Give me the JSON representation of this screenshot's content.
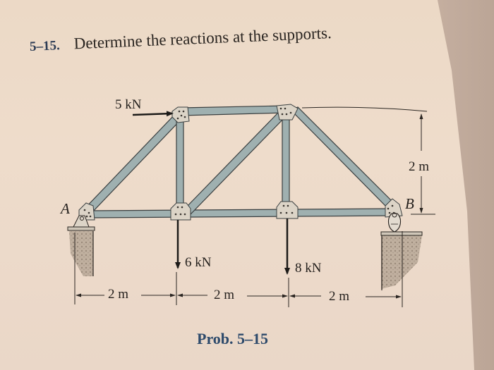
{
  "problem": {
    "number": "5–15.",
    "statement": "Determine the reactions at the supports."
  },
  "figure": {
    "caption": "Prob. 5–15",
    "supports": [
      {
        "id": "A",
        "label": "A",
        "type": "pin"
      },
      {
        "id": "B",
        "label": "B",
        "type": "rocker"
      }
    ],
    "loads": [
      {
        "id": "horizontal-load",
        "label": "5 kN",
        "direction": "right",
        "joint": "top-left"
      },
      {
        "id": "load-6kn",
        "label": "6 kN",
        "direction": "down",
        "joint": "bottom-second"
      },
      {
        "id": "load-8kn",
        "label": "8 kN",
        "direction": "down",
        "joint": "bottom-third"
      }
    ],
    "dimensions": {
      "spans": [
        "2 m",
        "2 m",
        "2 m"
      ],
      "height": "2 m"
    },
    "colors": {
      "member_fill": "#9fb0b0",
      "member_stroke": "#3a3f40",
      "gusset": "#d9d2c6",
      "caption": "#2d4a6b",
      "number": "#2e3d55"
    }
  }
}
